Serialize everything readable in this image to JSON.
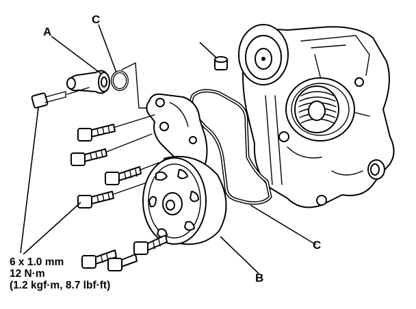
{
  "callouts": {
    "a": "A",
    "c_top": "C",
    "c_bottom": "C",
    "b": "B"
  },
  "spec": {
    "line1": "6 x 1.0 mm",
    "line2": "12 N·m",
    "line3": "(1.2 kgf·m, 8.7 lbf·ft)"
  }
}
